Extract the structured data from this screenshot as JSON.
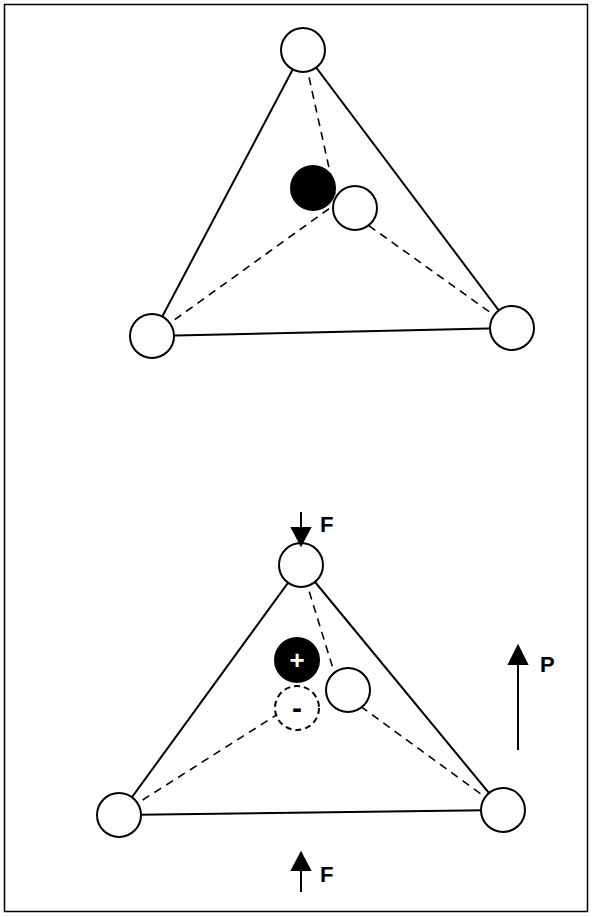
{
  "diagram": {
    "nodes": [
      {
        "text": [
          "+"
        ]
      },
      {
        "text": [
          "-"
        ]
      }
    ],
    "labels": [
      "F",
      "P",
      "F"
    ]
  }
}
